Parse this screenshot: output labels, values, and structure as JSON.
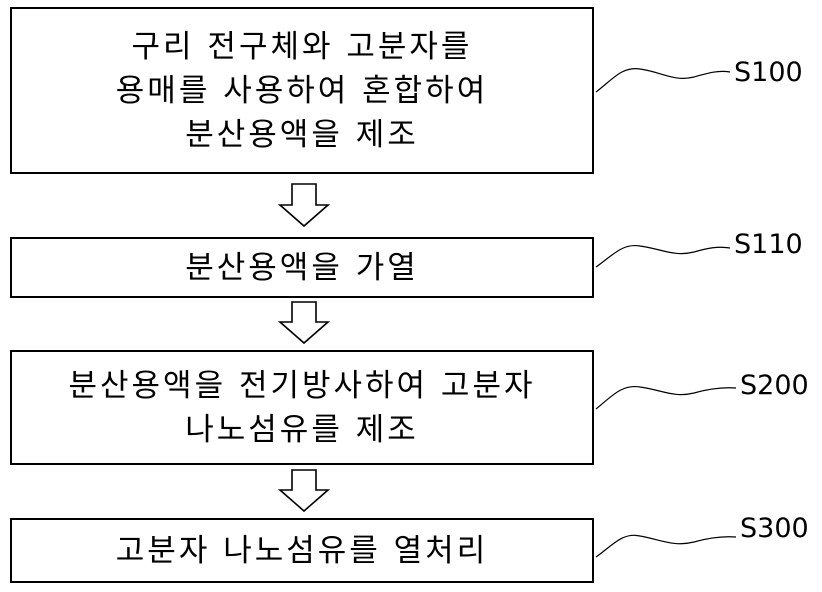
{
  "steps": [
    {
      "id": "S100",
      "lines": [
        "구리 전구체와 고분자를",
        "용매를 사용하여 혼합하여",
        "분산용액을 제조"
      ]
    },
    {
      "id": "S110",
      "lines": [
        "분산용액을 가열"
      ]
    },
    {
      "id": "S200",
      "lines": [
        "분산용액을 전기방사하여 고분자",
        "나노섬유를 제조"
      ]
    },
    {
      "id": "S300",
      "lines": [
        "고분자 나노섬유를 열처리"
      ]
    }
  ]
}
